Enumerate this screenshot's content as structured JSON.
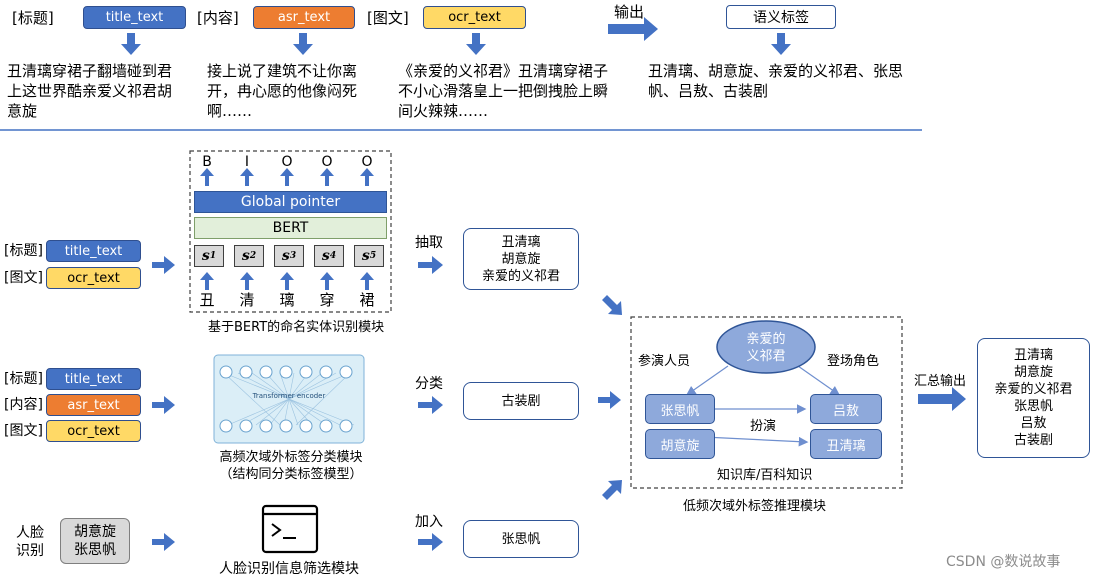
{
  "top": {
    "label_title": "[标题]",
    "label_content": "[内容]",
    "label_image_text": "[图文]",
    "pill_title": "title_text",
    "pill_asr": "asr_text",
    "pill_ocr": "ocr_text",
    "output_label": "输出",
    "semantic_tag_label": "语义标签",
    "title_example": "丑清璃穿裙子翻墙碰到君上这世界酷亲爱义祁君胡意旋",
    "asr_example": "接上说了建筑不让你离开，冉心愿的他像闷死啊……",
    "ocr_example": "《亲爱的义祁君》丑清璃穿裙子不小心滑落皇上一把倒拽脸上瞬间火辣辣……",
    "tags_example": "丑清璃、胡意旋、亲爱的义祁君、张思帆、吕敖、古装剧"
  },
  "ner": {
    "tags": [
      "B",
      "I",
      "O",
      "O",
      "O"
    ],
    "global_pointer": "Global pointer",
    "bert": "BERT",
    "tokens": [
      "s",
      "s",
      "s",
      "s",
      "s"
    ],
    "token_subs": [
      "1",
      "2",
      "3",
      "4",
      "5"
    ],
    "chars": [
      "丑",
      "清",
      "璃",
      "穿",
      "裙"
    ],
    "caption": "基于BERT的命名实体识别模块",
    "input_label_title": "[标题]",
    "input_label_image_text": "[图文]",
    "input_pill_title": "title_text",
    "input_pill_ocr": "ocr_text",
    "action": "抽取",
    "result": [
      "丑清璃",
      "胡意旋",
      "亲爱的义祁君"
    ]
  },
  "cls": {
    "input_label_title": "[标题]",
    "input_label_content": "[内容]",
    "input_label_image_text": "[图文]",
    "input_pill_title": "title_text",
    "input_pill_asr": "asr_text",
    "input_pill_ocr": "ocr_text",
    "encoder_label": "Transformer encoder",
    "caption_line1": "高频次域外标签分类模块",
    "caption_line2": "（结构同分类标签模型）",
    "action": "分类",
    "result": "古装剧"
  },
  "face": {
    "input_label_line1": "人脸",
    "input_label_line2": "识别",
    "input_names": [
      "胡意旋",
      "张思帆"
    ],
    "terminal_prompt": ">_",
    "caption": "人脸识别信息筛选模块",
    "action": "加入",
    "result": "张思帆"
  },
  "kg": {
    "center_node": [
      "亲爱的",
      "义祁君"
    ],
    "edge_left": "参演人员",
    "edge_right": "登场角色",
    "edge_mid": "扮演",
    "left_nodes": [
      "张思帆",
      "胡意旋"
    ],
    "right_nodes": [
      "吕敖",
      "丑清璃"
    ],
    "footer": "知识库/百科知识",
    "caption": "低频次域外标签推理模块"
  },
  "summary": {
    "action": "汇总输出",
    "result": [
      "丑清璃",
      "胡意旋",
      "亲爱的义祁君",
      "张思帆",
      "吕敖",
      "古装剧"
    ]
  },
  "watermark": "CSDN @数说故事",
  "colors": {
    "arrow": "#4472c4",
    "pill_blue": "#4472c4",
    "pill_orange": "#ed7d31",
    "pill_yellow": "#ffd966",
    "global_pointer": "#4472c4",
    "bert": "#e2efda",
    "kg_node": "#8ea9db",
    "divider": "#4472c4"
  }
}
